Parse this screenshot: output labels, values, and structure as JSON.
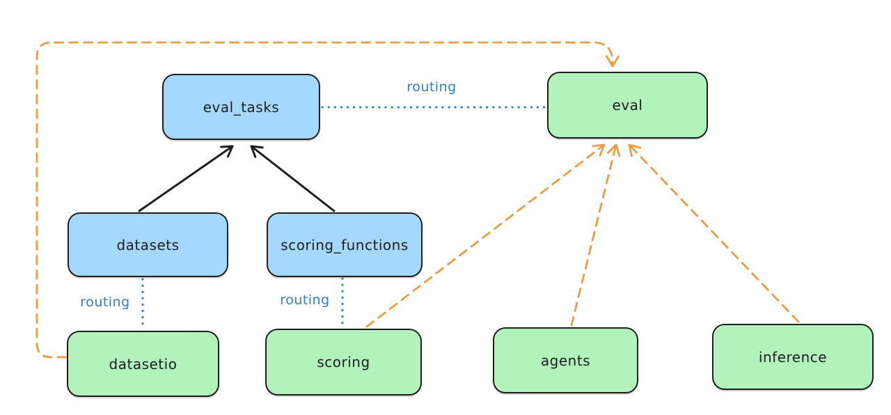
{
  "diagram": {
    "background": "#ffffff",
    "nodes": {
      "eval_tasks": {
        "label": "eval_tasks",
        "fill": "#a5d8ff"
      },
      "eval": {
        "label": "eval",
        "fill": "#b2f2bb"
      },
      "datasets": {
        "label": "datasets",
        "fill": "#a5d8ff"
      },
      "scoring_functions": {
        "label": "scoring_functions",
        "fill": "#a5d8ff"
      },
      "datasetio": {
        "label": "datasetio",
        "fill": "#b2f2bb"
      },
      "scoring": {
        "label": "scoring",
        "fill": "#b2f2bb"
      },
      "agents": {
        "label": "agents",
        "fill": "#b2f2bb"
      },
      "inference": {
        "label": "inference",
        "fill": "#b2f2bb"
      }
    },
    "edge_labels": {
      "routing_top": "routing",
      "routing_datasets": "routing",
      "routing_scoring": "routing"
    },
    "edges": [
      {
        "from": "datasets",
        "to": "eval_tasks",
        "style": "solid",
        "color": "black",
        "arrow": true,
        "label": ""
      },
      {
        "from": "scoring_functions",
        "to": "eval_tasks",
        "style": "solid",
        "color": "black",
        "arrow": true,
        "label": ""
      },
      {
        "from": "eval_tasks",
        "to": "eval",
        "style": "dotted",
        "color": "blue",
        "arrow": false,
        "label": "routing"
      },
      {
        "from": "datasets",
        "to": "datasetio",
        "style": "dotted",
        "color": "blue",
        "arrow": false,
        "label": "routing"
      },
      {
        "from": "scoring_functions",
        "to": "scoring",
        "style": "dotted",
        "color": "blue",
        "arrow": false,
        "label": "routing"
      },
      {
        "from": "datasetio",
        "to": "eval",
        "style": "dashed",
        "color": "orange",
        "arrow": true,
        "label": ""
      },
      {
        "from": "scoring",
        "to": "eval",
        "style": "dashed",
        "color": "orange",
        "arrow": true,
        "label": ""
      },
      {
        "from": "agents",
        "to": "eval",
        "style": "dashed",
        "color": "orange",
        "arrow": true,
        "label": ""
      },
      {
        "from": "inference",
        "to": "eval",
        "style": "dashed",
        "color": "orange",
        "arrow": true,
        "label": ""
      }
    ],
    "colors": {
      "node_border": "#1e1e1e",
      "node_fill_blue": "#a5d8ff",
      "node_fill_green": "#b2f2bb",
      "edge_black": "#1e1e1e",
      "edge_blue": "#2f7fd0",
      "edge_orange": "#ec9b3d",
      "background": "#ffffff"
    }
  }
}
